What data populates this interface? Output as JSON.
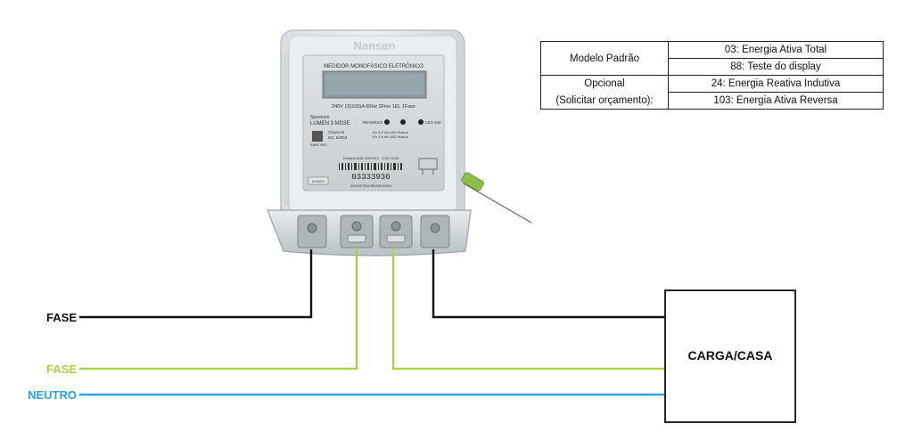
{
  "meter": {
    "brand": "Nansen",
    "title": "MEDIDOR MONOFÁSICO ELETRÔNICO",
    "rating": "240V  15(100)A 60Hz 2Fios 1EL 1Fase",
    "model_line1": "Spectrum",
    "model_line2": "LUMEN 3 MD3E",
    "reverse_label": "REVERSO",
    "led_label": "LED 400",
    "class_line1": "Classe B",
    "class_line2": "IEC 62053",
    "kh_line1": "Kh 2,5 Wh 400 Pulsos",
    "kh_line2": "Kh 2,5 Wh 400 Pulsos",
    "inmetro": "INMETRO",
    "portaria": "Portaria INM 159/2012 · CNC 9105",
    "serial": "03333936",
    "made_in": "INDÚSTRIA BRASILEIRA",
    "tag": "1003027"
  },
  "wires": {
    "fase_black": {
      "label": "FASE",
      "color": "#111111"
    },
    "fase_green": {
      "label": "FASE",
      "color": "#a9d14a"
    },
    "neutro": {
      "label": "NEUTRO",
      "color": "#2aa2e6"
    }
  },
  "load": {
    "label": "CARGA/CASA"
  },
  "table": {
    "modelo_padrao": "Modelo Padrão",
    "opcional": "Opcional",
    "solicitar": "(Solicitar orçamento):",
    "items": [
      "03: Energia Ativa Total",
      "88: Teste do display",
      "24: Energia Reativa Indutiva",
      "103: Energia Ativa Reversa"
    ]
  }
}
